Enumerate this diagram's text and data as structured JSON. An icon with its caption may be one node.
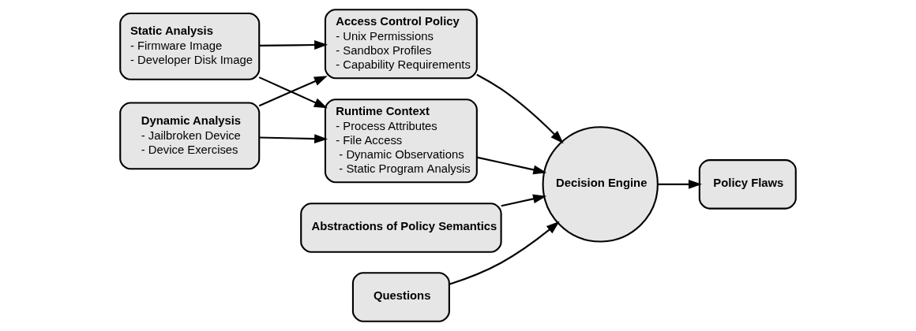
{
  "diagram": {
    "nodes": [
      {
        "text": [
          "Static Analysis",
          "- Firmware Image",
          "- Developer Disk Image"
        ]
      },
      {
        "text": [
          "Dynamic Analysis",
          "- Jailbroken Device",
          "- Device Exercises"
        ]
      },
      {
        "text": [
          "Access Control Policy",
          "- Unix Permissions",
          "- Sandbox Profiles",
          "- Capability Requirements"
        ]
      },
      {
        "text": [
          "Runtime Context",
          "- Process Attributes",
          "- File Access",
          " - Dynamic Observations",
          " - Static Program Analysis"
        ]
      },
      {
        "text": [
          "Abstractions of Policy Semantics"
        ]
      },
      {
        "text": [
          "Decision Engine"
        ]
      },
      {
        "text": [
          "Questions"
        ]
      },
      {
        "text": [
          "Policy Flaws"
        ]
      }
    ],
    "edges": [
      {
        "from": 0,
        "to": 2,
        "arrow": "to"
      },
      {
        "from": 0,
        "to": 3,
        "arrow": "to"
      },
      {
        "from": 1,
        "to": 2,
        "arrow": "to"
      },
      {
        "from": 1,
        "to": 3,
        "arrow": "to"
      },
      {
        "from": 2,
        "to": 5,
        "arrow": "to"
      },
      {
        "from": 3,
        "to": 5,
        "arrow": "to"
      },
      {
        "from": 4,
        "to": 5,
        "arrow": "to"
      },
      {
        "from": 6,
        "to": 5,
        "arrow": "to"
      },
      {
        "from": 5,
        "to": 7,
        "arrow": "to"
      }
    ]
  }
}
